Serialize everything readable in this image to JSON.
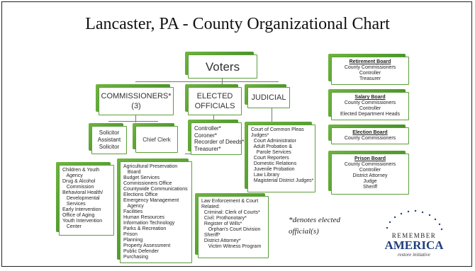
{
  "title": "Lancaster, PA - County Organizational Chart",
  "top": {
    "voters": "Voters"
  },
  "level2": {
    "commissioners": "COMMISSIONERS*\n(3)",
    "elected": "ELECTED\nOFFICIALS",
    "judicial": "JUDICIAL"
  },
  "commissioners_children": {
    "solicitor": "Solicitor\nAssistant\nSolicitor",
    "chief_clerk": "Chief Clerk"
  },
  "elected_list": [
    "Controller*",
    "Coroner*",
    "Recorder of Deeds*",
    "Treasurer*"
  ],
  "judicial_list": [
    "Court of Common Pleas",
    "Judges*",
    "  Court Administrator",
    "  Adult Probation &",
    "    Parole Services",
    "  Court Reporters",
    "  Domestic Relations",
    "  Juvenile Probation",
    "  Law Library",
    "  Magisterial District Judges*"
  ],
  "solicitor_list": [
    "Children & Youth",
    "   Agency",
    "Drug & Alcohol",
    "   Commission",
    "Behavioral Health/",
    "   Developmental",
    "   Services",
    "Early Intervention",
    "Office of Aging",
    "Youth Intervention",
    "   Center"
  ],
  "chief_clerk_list": [
    "Agricultural Preservation",
    "   Board",
    "Budget Services",
    "Commissioners Office",
    "Countywide Communications",
    "Elections Office",
    "Emergency Management",
    "   Agency",
    "Facilities",
    "Human Resources",
    "Information Technology",
    "Parks & Recreation",
    "Prison",
    "Planning",
    "Property Assessment",
    "Public Defender",
    "Purchasing"
  ],
  "law_list": [
    "Law Enforcement & Court",
    "Related:",
    "  Criminal: Clerk of Courts*",
    "  Civil: Prothonotary*",
    "  Register of Wills*",
    "     Orphan's Court Division",
    "  Sheriff*",
    "  District Attorney*",
    "     Victim Witness Program"
  ],
  "boards": [
    {
      "title": "Retirement Board",
      "lines": [
        "County Commissioners",
        "Controller",
        "Treasurer"
      ]
    },
    {
      "title": "Salary Board",
      "lines": [
        "County Commissioners",
        "Controller",
        "Elected Department Heads"
      ]
    },
    {
      "title": "Election Board",
      "lines": [
        "County Commissioners"
      ]
    },
    {
      "title": "Prison Board",
      "lines": [
        "County Commissioners",
        "Controller",
        "District Attorney",
        "Judge",
        "Sheriff"
      ]
    }
  ],
  "note": "*denotes elected official(s)",
  "logo": {
    "line1": "REMEMBER",
    "line2": "AMERICA",
    "tagline": "restore initiative"
  },
  "colors": {
    "green_dark": "#3f8d22",
    "green_light": "#6fb340",
    "logo_blue": "#1f3f7a"
  }
}
